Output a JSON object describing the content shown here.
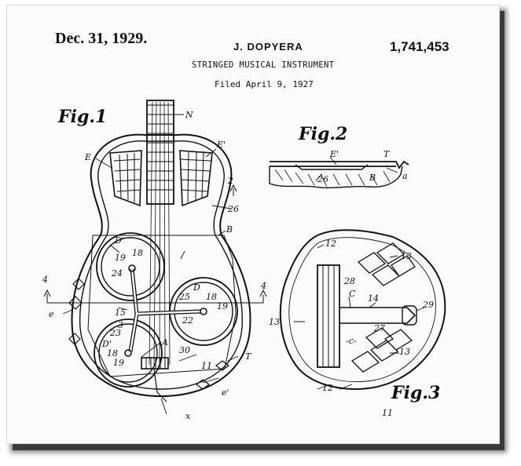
{
  "header": {
    "date": "Dec. 31, 1929.",
    "inventor": "J. DOPYERA",
    "patent_number": "1,741,453",
    "title": "STRINGED MUSICAL INSTRUMENT",
    "filed": "Filed April 9, 1927"
  },
  "figures": {
    "fig1": "Fig.1",
    "fig2": "Fig.2",
    "fig3": "Fig.3"
  },
  "labels": {
    "N": "N",
    "E": "E",
    "E_prime": "E'",
    "two_top": "2",
    "twenty_six": "26",
    "B": "B",
    "D_prime_top": "D'",
    "eighteen_a": "18",
    "nineteen_a": "19",
    "twenty_four": "24",
    "D": "D",
    "twenty_five": "25",
    "eighteen_b": "18",
    "nineteen_b": "19",
    "twenty_two": "22",
    "four_left": "4",
    "four_right": "4",
    "e": "e",
    "fifteen": "15",
    "three": "3",
    "twenty_three": "23",
    "D_prime_bot": "D'",
    "eighteen_c": "18",
    "nineteen_c": "19",
    "A": "A",
    "thirty": "30",
    "T": "T",
    "eleven": "11",
    "e_prime": "e'",
    "x": "x",
    "f2_E_prime": "E'",
    "f2_T": "T",
    "f2_a": "a",
    "f2_26": "26",
    "f2_B": "B",
    "f3_12_top": "12",
    "f3_13_a": "13",
    "f3_28": "28",
    "f3_C": "C",
    "f3_14": "14",
    "f3_29": "29",
    "f3_27": "27",
    "f3_13_b": "13",
    "f3_c": "-c-",
    "f3_13_c": "13",
    "f3_12_bot": "12",
    "eleven_2": "11"
  },
  "colors": {
    "ink": "#111111",
    "paper": "#fbfbfb",
    "shadow": "#3b3b3b"
  }
}
